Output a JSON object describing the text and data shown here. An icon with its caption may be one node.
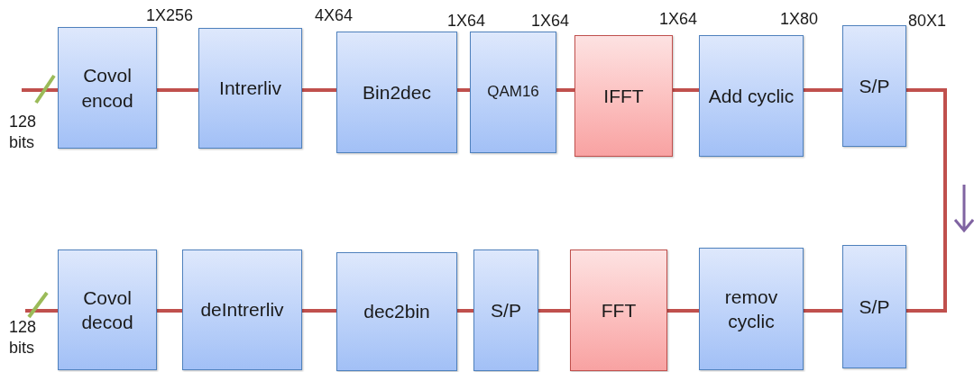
{
  "diagram": {
    "nodes": [
      {
        "text": [
          "Covol encod"
        ]
      },
      {
        "text": [
          "Intrerliv"
        ]
      },
      {
        "text": [
          "Bin2dec"
        ]
      },
      {
        "text": [
          "QAM16"
        ]
      },
      {
        "text": [
          "IFFT"
        ]
      },
      {
        "text": [
          "Add cyclic"
        ]
      },
      {
        "text": [
          "S/P"
        ]
      },
      {
        "text": [
          "Covol decod"
        ]
      },
      {
        "text": [
          "deIntrerliv"
        ]
      },
      {
        "text": [
          "dec2bin"
        ]
      },
      {
        "text": [
          "S/P"
        ]
      },
      {
        "text": [
          "FFT"
        ]
      },
      {
        "text": [
          "remov cyclic"
        ]
      },
      {
        "text": [
          "S/P"
        ]
      }
    ],
    "edges": [
      {
        "from": null,
        "to": 0,
        "arrow": "none"
      },
      {
        "from": 0,
        "to": 1,
        "arrow": "none"
      },
      {
        "from": 1,
        "to": 2,
        "arrow": "none"
      },
      {
        "from": 2,
        "to": 3,
        "arrow": "none"
      },
      {
        "from": 3,
        "to": 4,
        "arrow": "none"
      },
      {
        "from": 4,
        "to": 5,
        "arrow": "none"
      },
      {
        "from": 5,
        "to": 6,
        "arrow": "none"
      },
      {
        "from": 6,
        "to": 13,
        "arrow": "none"
      },
      {
        "from": 13,
        "to": 12,
        "arrow": "none"
      },
      {
        "from": 12,
        "to": 11,
        "arrow": "none"
      },
      {
        "from": 11,
        "to": 10,
        "arrow": "none"
      },
      {
        "from": 10,
        "to": 9,
        "arrow": "none"
      },
      {
        "from": 9,
        "to": 8,
        "arrow": "none"
      },
      {
        "from": 8,
        "to": 7,
        "arrow": "none"
      },
      {
        "from": 7,
        "to": null,
        "arrow": "none"
      }
    ],
    "labels": [
      "1X256",
      "4X64",
      "1X64",
      "1X64",
      "1X64",
      "1X80",
      "80X1",
      "128 bits",
      "128 bits"
    ]
  }
}
